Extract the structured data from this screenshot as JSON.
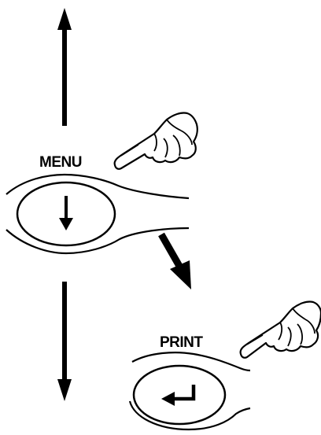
{
  "diagram": {
    "menu_button": {
      "label": "MENU",
      "icon": "down-arrow-icon"
    },
    "print_button": {
      "label": "PRINT",
      "icon": "enter-return-icon"
    },
    "pointers": [
      "pointing-hand-icon",
      "pointing-hand-icon"
    ],
    "arrows": [
      "arrow-up",
      "arrow-down",
      "arrow-diagonal-down-right"
    ],
    "colors": {
      "ink": "#000000",
      "background": "#ffffff"
    }
  }
}
